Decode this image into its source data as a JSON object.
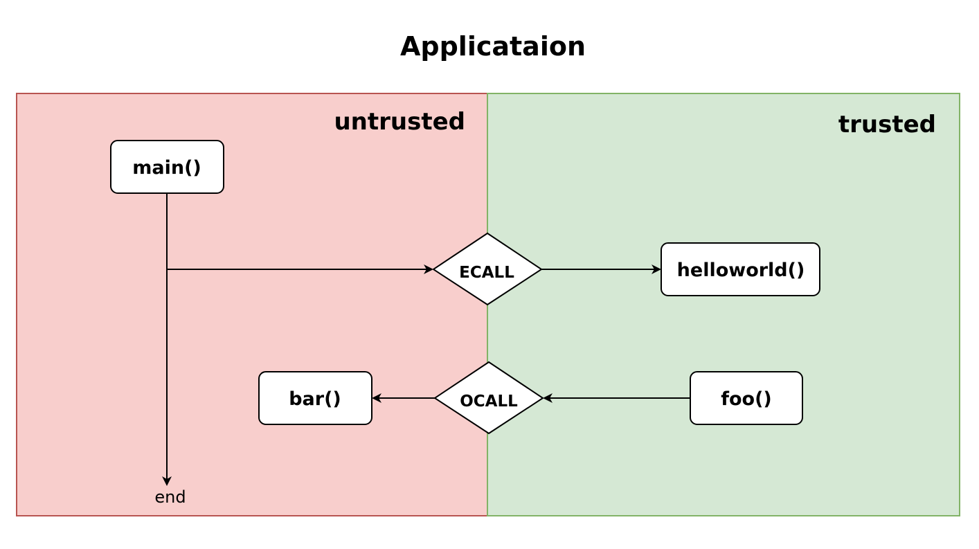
{
  "title": "Applicataion",
  "zones": {
    "untrusted": {
      "label": "untrusted",
      "fill": "#f8cecc",
      "stroke": "#b85450"
    },
    "trusted": {
      "label": "trusted",
      "fill": "#d5e8d4",
      "stroke": "#82b366"
    }
  },
  "nodes": {
    "main": "main()",
    "helloworld": "helloworld()",
    "bar": "bar()",
    "foo": "foo()",
    "ecall": "ECALL",
    "ocall": "OCALL",
    "end": "end"
  }
}
